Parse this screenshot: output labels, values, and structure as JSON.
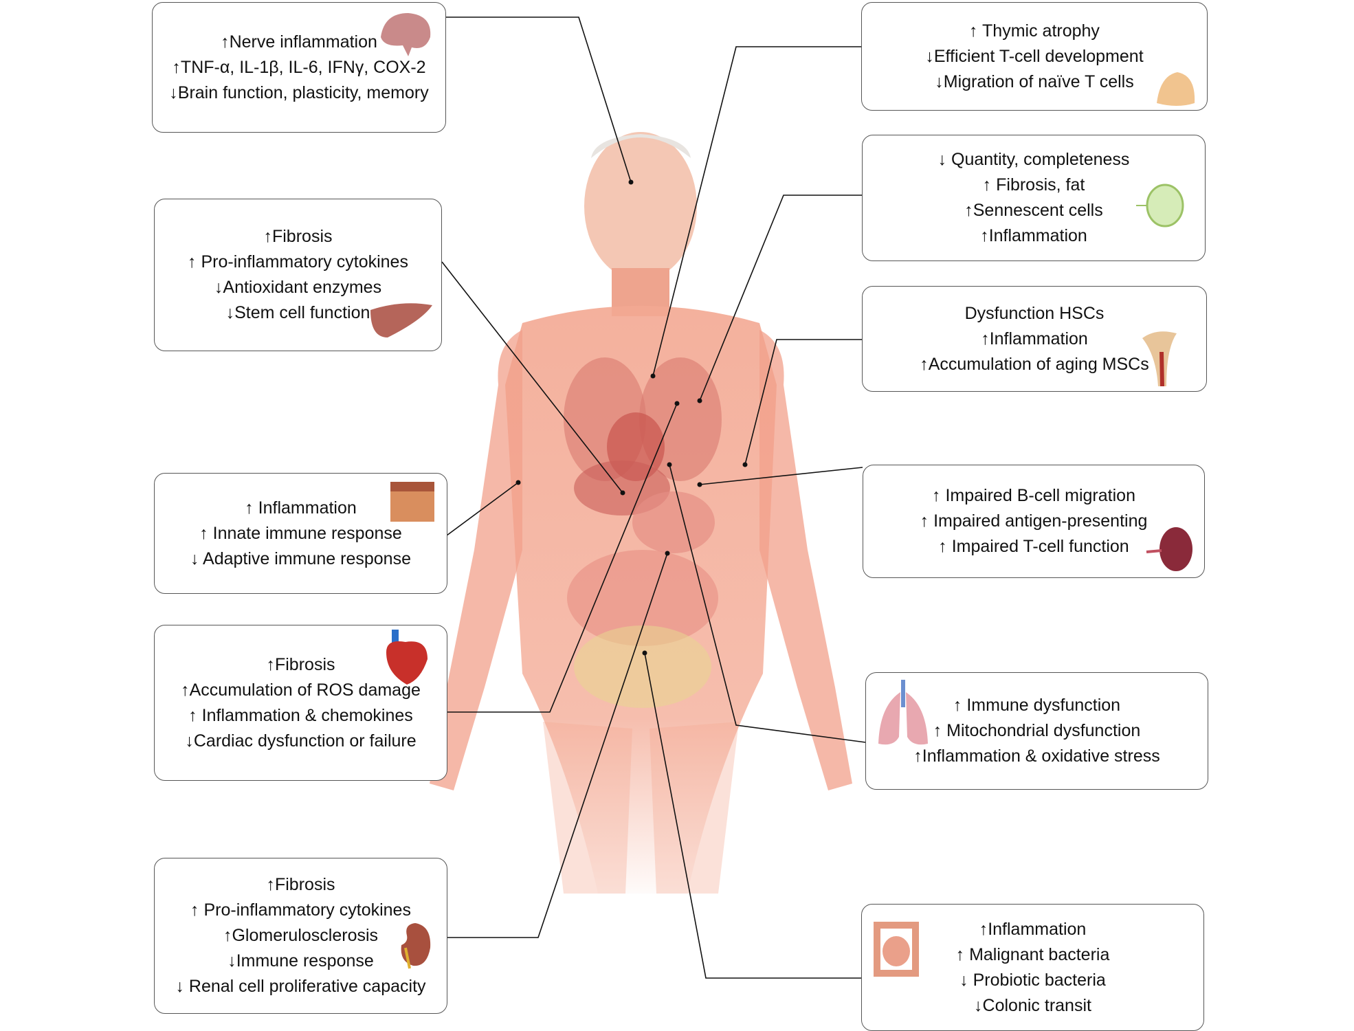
{
  "boxes": {
    "brain": {
      "lines": [
        "↑Nerve inflammation",
        "↑TNF-α, IL-1β, IL-6, IFNγ, COX-2",
        "↓Brain function, plasticity, memory"
      ]
    },
    "liver": {
      "lines": [
        "↑Fibrosis",
        "↑ Pro-inflammatory cytokines",
        "↓Antioxidant enzymes",
        "↓Stem cell function"
      ]
    },
    "skin": {
      "lines": [
        "↑ Inflammation",
        "↑ Innate immune response",
        "↓ Adaptive immune response"
      ]
    },
    "heart": {
      "lines": [
        "↑Fibrosis",
        "↑Accumulation of ROS damage",
        "↑ Inflammation & chemokines",
        "↓Cardiac dysfunction or failure"
      ]
    },
    "kidney": {
      "lines": [
        "↑Fibrosis",
        "↑ Pro-inflammatory cytokines",
        "↑Glomerulosclerosis",
        "↓Immune response",
        "↓ Renal cell proliferative capacity"
      ]
    },
    "thymus": {
      "lines": [
        "↑ Thymic atrophy",
        "↓Efficient T-cell development",
        "↓Migration of naïve T cells"
      ]
    },
    "lymph": {
      "lines": [
        "↓ Quantity, completeness",
        "↑ Fibrosis, fat",
        "↑Sennescent cells",
        "↑Inflammation"
      ]
    },
    "bone": {
      "lines": [
        "Dysfunction HSCs",
        "↑Inflammation",
        "↑Accumulation of aging MSCs"
      ]
    },
    "spleen": {
      "lines": [
        "↑ Impaired B-cell migration",
        "↑ Impaired antigen-presenting",
        "↑ Impaired T-cell function"
      ]
    },
    "lung": {
      "lines": [
        "↑ Immune dysfunction",
        "↑ Mitochondrial dysfunction",
        "↑Inflammation & oxidative stress"
      ]
    },
    "gut": {
      "lines": [
        "↑Inflammation",
        "↑ Malignant bacteria",
        "↓ Probiotic bacteria",
        "↓Colonic transit"
      ]
    }
  },
  "colors": {
    "body": "#f0a08c",
    "organ": "#d9706a",
    "line": "#111111",
    "border": "#555555"
  }
}
